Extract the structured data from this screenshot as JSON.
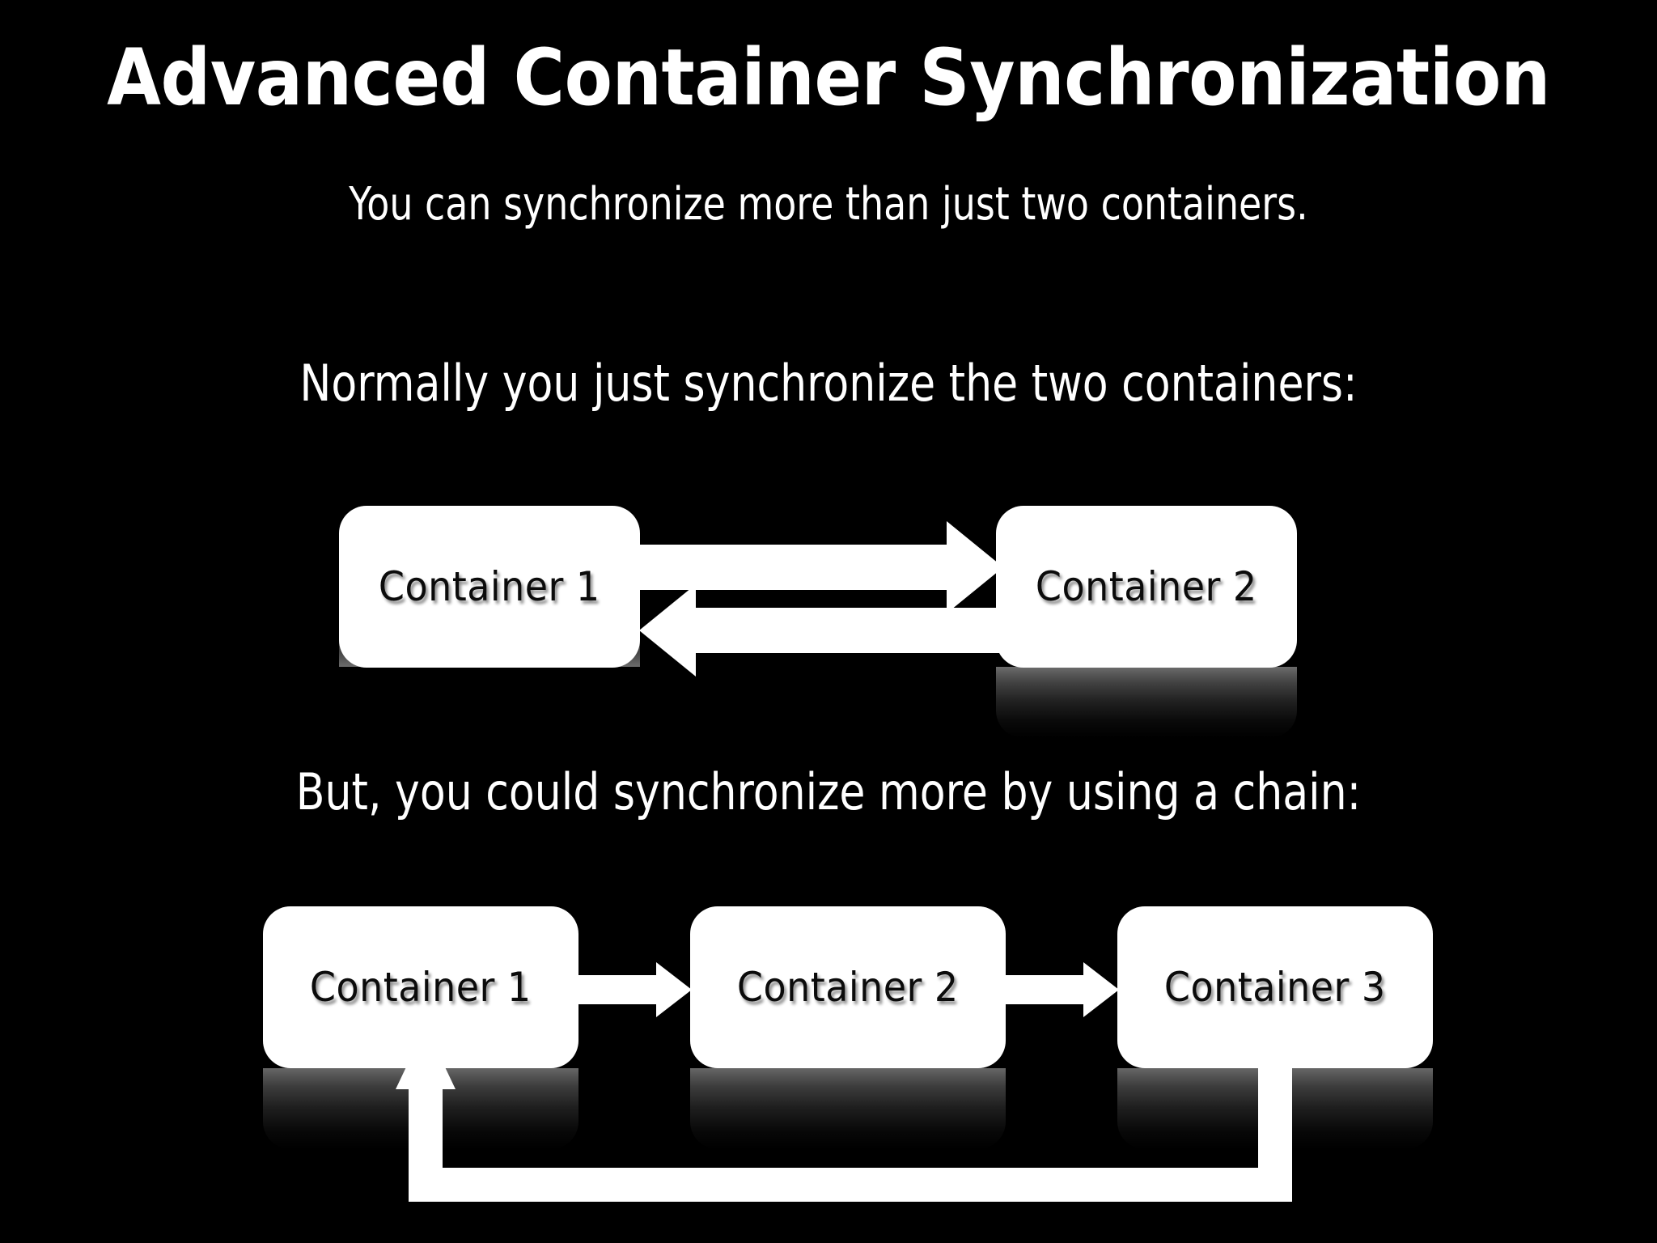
{
  "slide": {
    "background_color": "#000000",
    "text_color": "#ffffff",
    "box_fill_color": "#ffffff",
    "box_text_color": "#0b0b0b",
    "title": "Advanced Container Synchronization",
    "subtitle": "You can synchronize more than just two containers."
  },
  "sections": {
    "normal": {
      "caption": "Normally you just synchronize the two containers:",
      "diagram": {
        "type": "bidirectional-pair",
        "boxes": [
          {
            "label": "Container 1"
          },
          {
            "label": "Container 2"
          }
        ],
        "arrows": [
          {
            "from": "Container 1",
            "to": "Container 2",
            "direction": "right"
          },
          {
            "from": "Container 2",
            "to": "Container 1",
            "direction": "left"
          }
        ]
      }
    },
    "chain": {
      "caption": "But, you could synchronize more by using a chain:",
      "diagram": {
        "type": "chain-loop",
        "boxes": [
          {
            "label": "Container 1"
          },
          {
            "label": "Container 2"
          },
          {
            "label": "Container 3"
          }
        ],
        "arrows": [
          {
            "from": "Container 1",
            "to": "Container 2",
            "direction": "right"
          },
          {
            "from": "Container 2",
            "to": "Container 3",
            "direction": "right"
          },
          {
            "from": "Container 3",
            "to": "Container 1",
            "direction": "loop-up"
          }
        ]
      }
    }
  }
}
